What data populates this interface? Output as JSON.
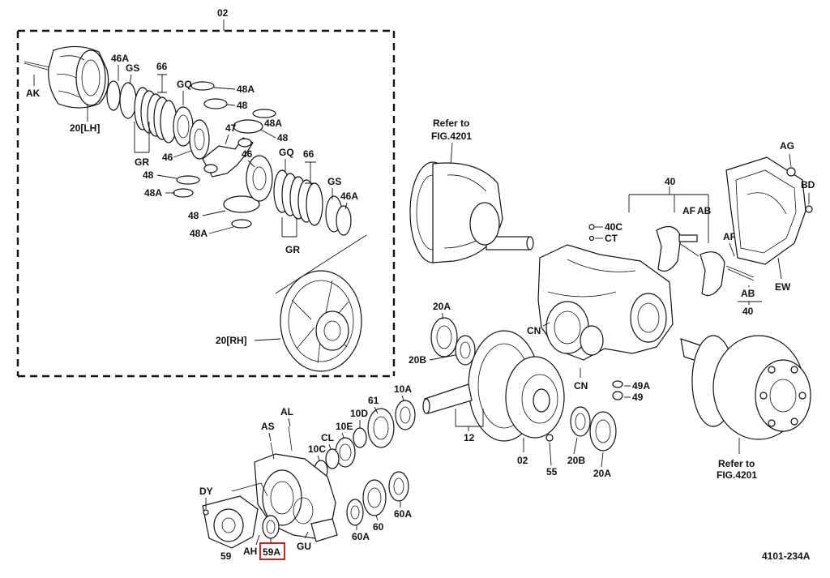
{
  "figure_code": "4101-234A",
  "highlighted": "59A",
  "group_label": "02",
  "refer_to": {
    "line1": "Refer to",
    "line2": "FIG.4201"
  },
  "labels": {
    "AK": "AK",
    "A46_1": "46A",
    "GS_1": "GS",
    "P66_1": "66",
    "GQ_1": "GQ",
    "P48A_1": "48A",
    "P48_1": "48",
    "P20LH": "20[LH]",
    "GR_1": "GR",
    "P46_1": "46",
    "P47": "47",
    "P48A_2": "48A",
    "P48_2": "48",
    "P48_3": "48",
    "P48A_3": "48A",
    "P46_2": "46",
    "GQ_2": "GQ",
    "P66_2": "66",
    "GS_2": "GS",
    "A46_2": "46A",
    "P48_4": "48",
    "P48A_4": "48A",
    "GR_2": "GR",
    "P20RH": "20[RH]",
    "AG": "AG",
    "BD": "BD",
    "P40_1": "40",
    "AF_1": "AF",
    "AB_1": "AB",
    "AF_2": "AF",
    "AB_2": "AB",
    "P40_2": "40",
    "EW": "EW",
    "P40C": "40C",
    "CT": "CT",
    "CN_1": "CN",
    "CN_2": "CN",
    "P49A": "49A",
    "P49": "49",
    "P20A_1": "20A",
    "P20B_1": "20B",
    "P10A": "10A",
    "P61": "61",
    "P10D": "10D",
    "P10E": "10E",
    "CL": "CL",
    "P10C": "10C",
    "P12": "12",
    "P02b": "02",
    "P55": "55",
    "P20B_2": "20B",
    "P20A_2": "20A",
    "AL": "AL",
    "AS": "AS",
    "DY": "DY",
    "P59": "59",
    "AH": "AH",
    "P59A": "59A",
    "GU": "GU",
    "P60A_1": "60A",
    "P60": "60",
    "P60A_2": "60A"
  }
}
